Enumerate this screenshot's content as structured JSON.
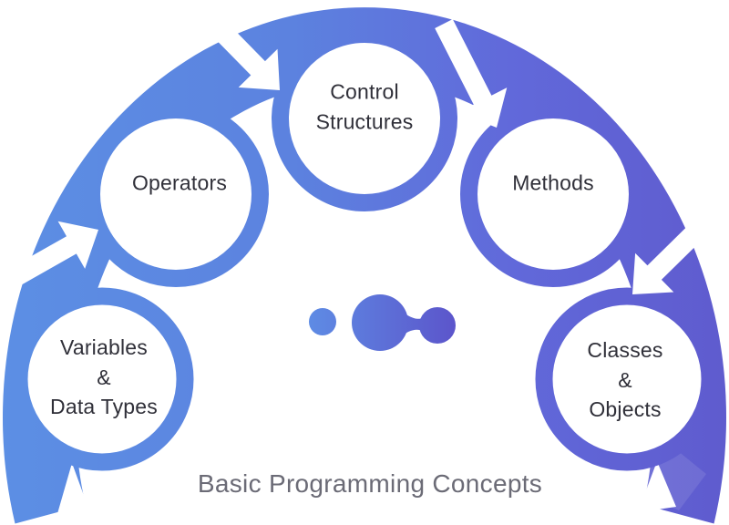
{
  "title": "Basic Programming Concepts",
  "nodes": [
    {
      "id": "variables-data-types",
      "label": "Variables\n&\nData Types"
    },
    {
      "id": "operators",
      "label": "Operators"
    },
    {
      "id": "control-structures",
      "label": "Control\nStructures"
    },
    {
      "id": "methods",
      "label": "Methods"
    },
    {
      "id": "classes-objects",
      "label": "Classes\n&\nObjects"
    }
  ],
  "flow": {
    "direction": "clockwise",
    "arrow_count": 4
  },
  "logo": {
    "name": "linked-dots-logo"
  },
  "colors": {
    "band_start": "#5C8FE4",
    "band_mid1": "#5C82DF",
    "band_mid2": "#6169DA",
    "band_end": "#5F5BCE",
    "logo_start": "#5E8BE4",
    "logo_end": "#5C55CB",
    "label_text": "#303039",
    "title_text": "#6b6b76",
    "background": "#ffffff"
  }
}
